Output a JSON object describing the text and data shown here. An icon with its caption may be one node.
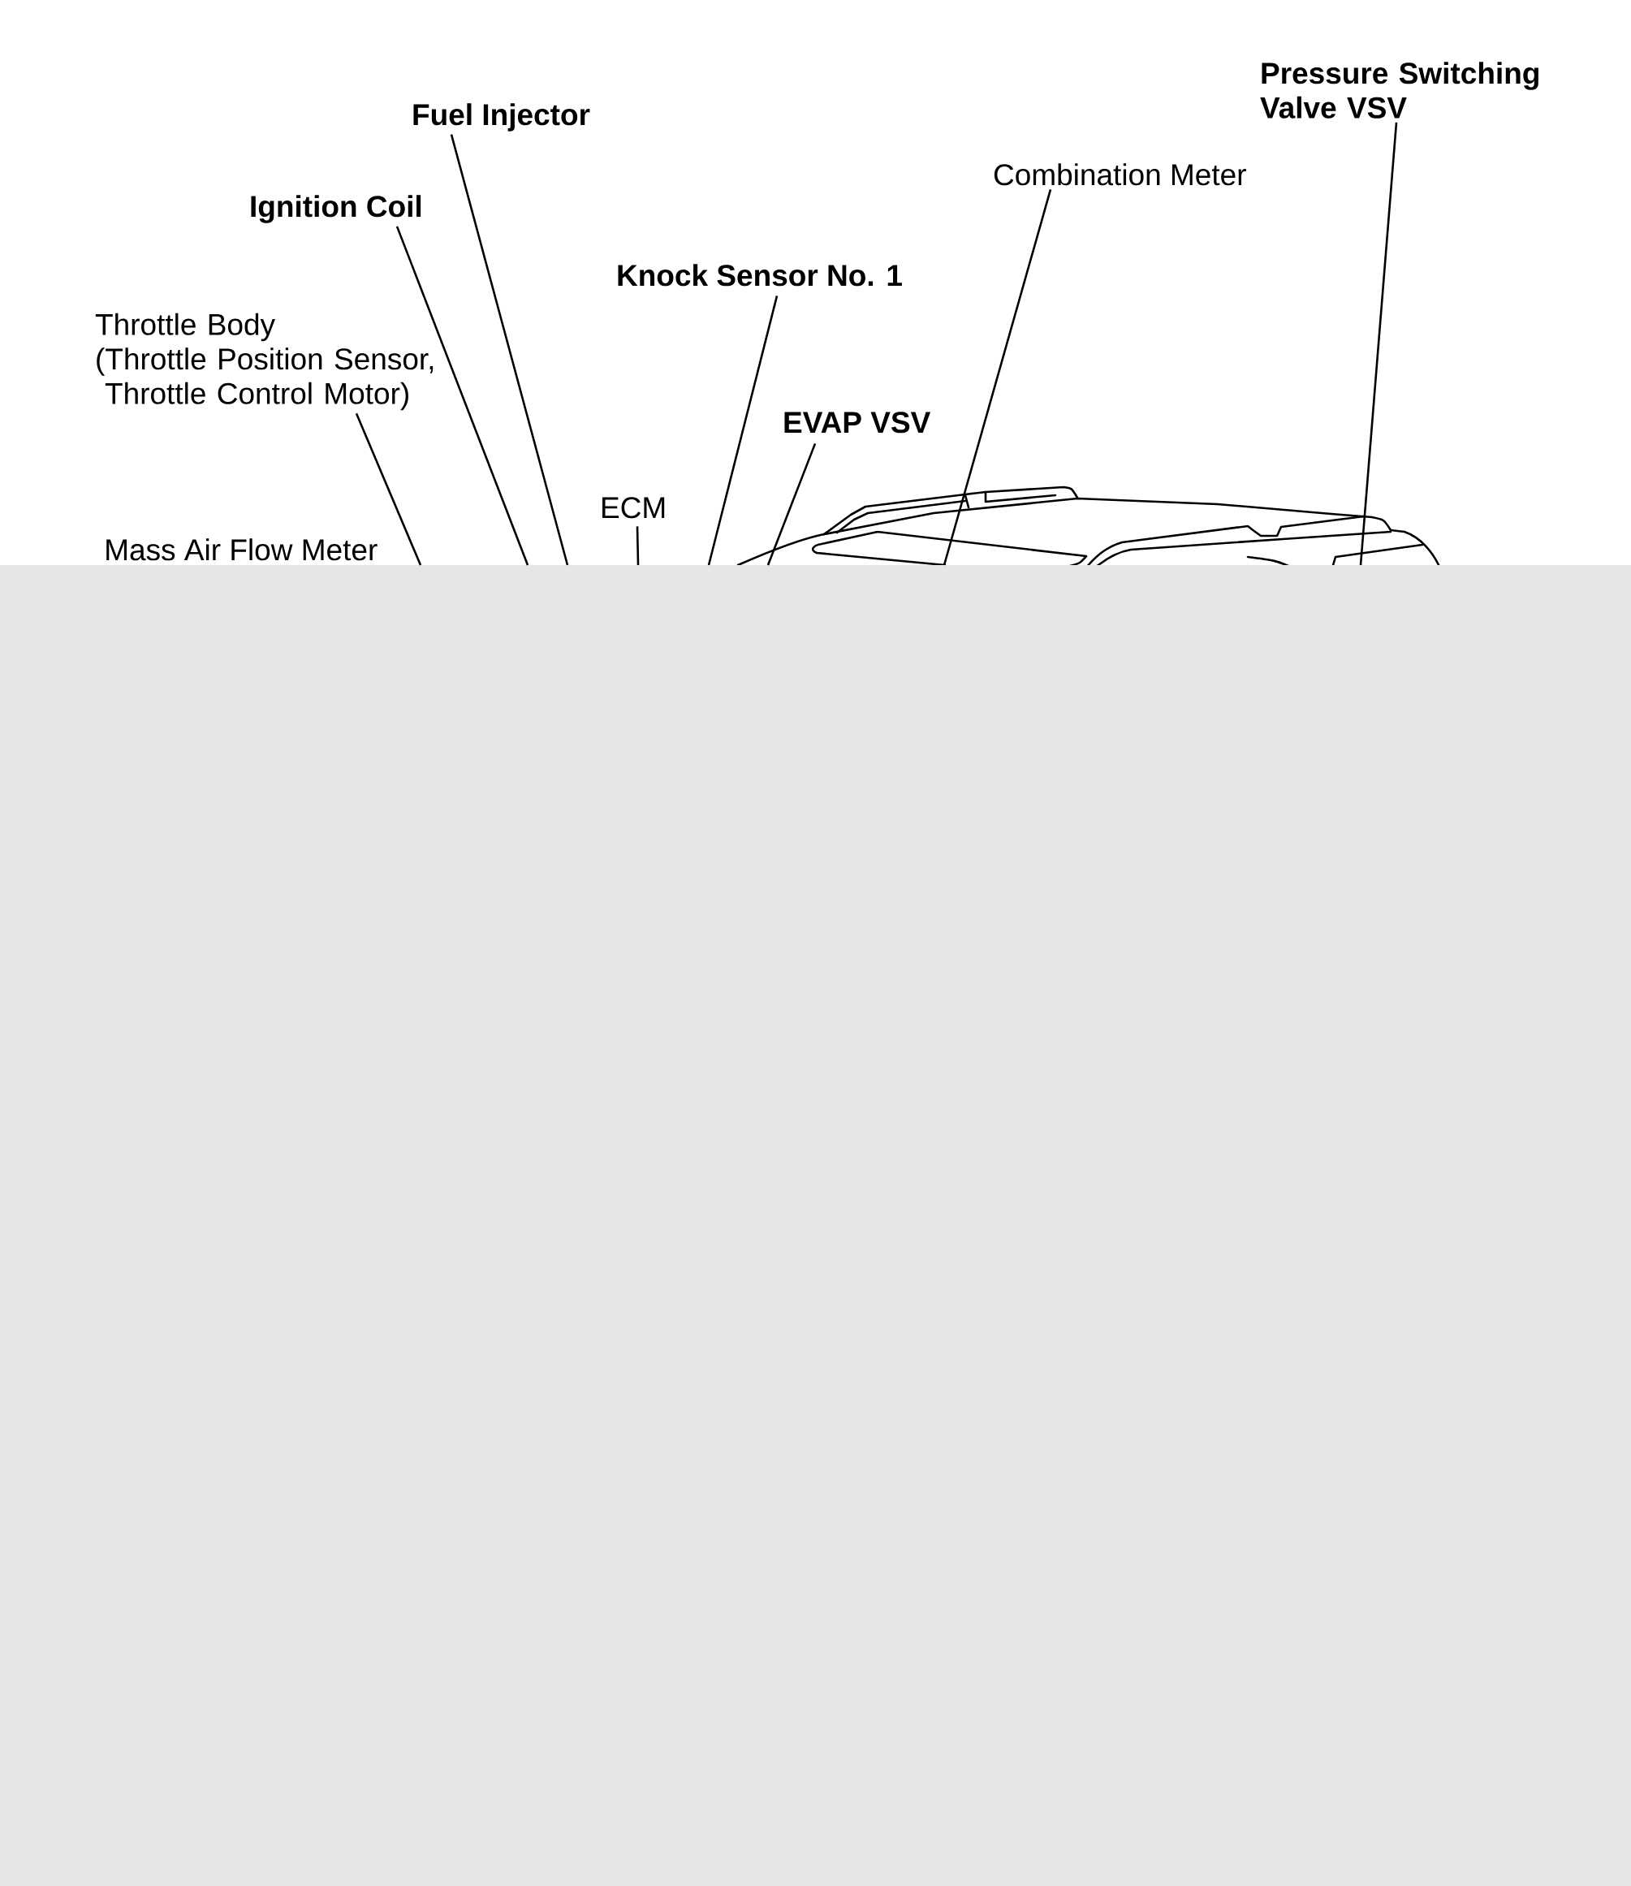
{
  "diagram": {
    "nodes": [
      {
        "text": [
          "Pressure Switching Valve VSV"
        ]
      },
      {
        "text": [
          "Fuel Injector"
        ]
      },
      {
        "text": [
          "Combination Meter"
        ]
      },
      {
        "text": [
          "Ignition Coil"
        ]
      },
      {
        "text": [
          "Knock Sensor No. 1"
        ]
      },
      {
        "text": [
          "Throttle Body",
          "(Throttle Position Sensor, Throttle Control Motor)"
        ]
      },
      {
        "text": [
          "EVAP VSV"
        ]
      },
      {
        "text": [
          "ECM"
        ]
      },
      {
        "text": [],
        "shape": "picture"
      }
    ],
    "edges": [
      {
        "from": 0,
        "to": 8,
        "arrow": "none"
      },
      {
        "from": 1,
        "to": null,
        "arrow": "none"
      },
      {
        "from": 2,
        "to": 8,
        "arrow": "none"
      },
      {
        "from": 3,
        "to": null,
        "arrow": "none"
      },
      {
        "from": 4,
        "to": null,
        "arrow": "none"
      },
      {
        "from": 5,
        "to": null,
        "arrow": "none"
      },
      {
        "from": 6,
        "to": 8,
        "arrow": "none"
      },
      {
        "from": 7,
        "to": null,
        "arrow": "none"
      }
    ],
    "labels": [
      "Mass Air Flow Meter"
    ]
  }
}
